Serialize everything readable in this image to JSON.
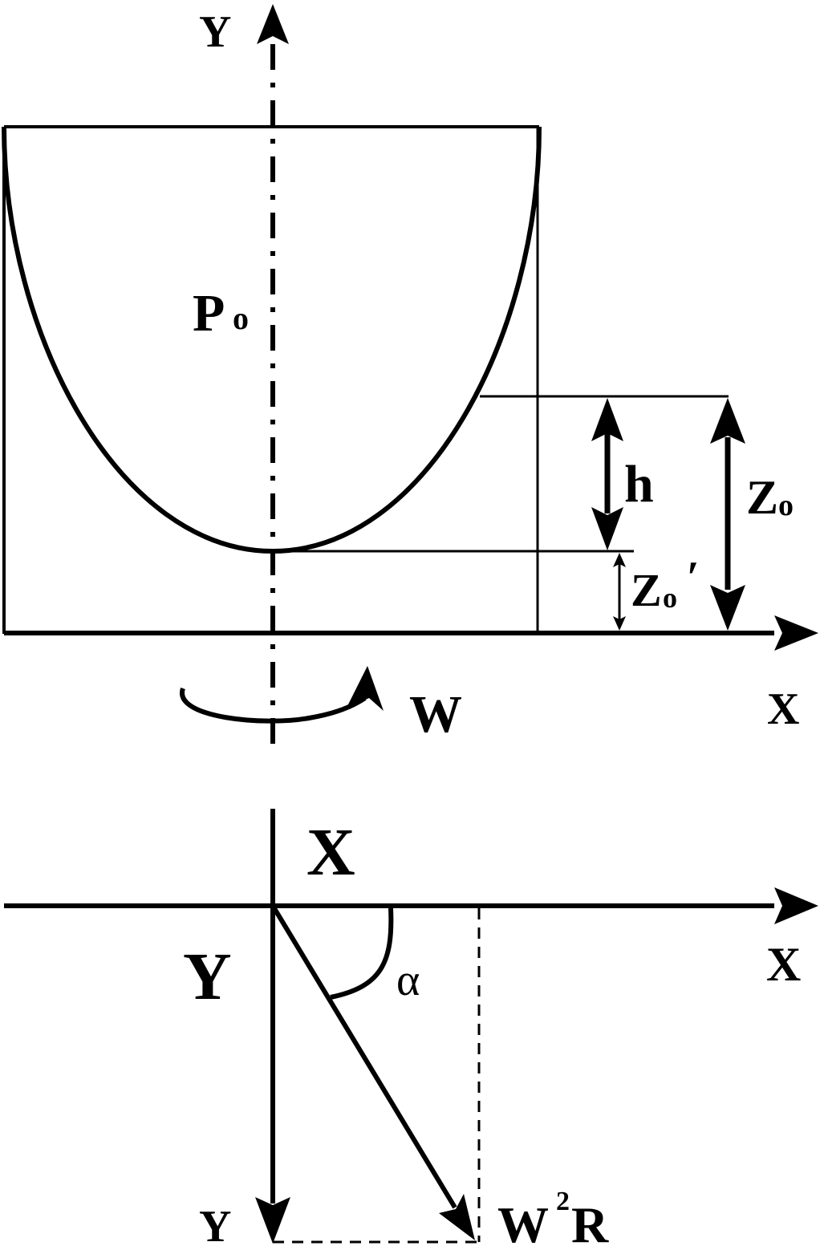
{
  "top": {
    "axis_y_label": "Y",
    "axis_x_label": "X",
    "pressure_label": "P",
    "pressure_sub": "o",
    "rotation_label": "W",
    "h_label": "h",
    "z0_label": "Z",
    "z0_sub": "o",
    "z0p_label": "Z",
    "z0p_sub": "o",
    "z0p_prime": "′"
  },
  "bottom": {
    "x_top_label": "X",
    "x_right_label": "X",
    "y_left_label": "Y",
    "y_bottom_label": "Y",
    "angle_label": "α",
    "vector_label_w": "W",
    "vector_label_exp": "2",
    "vector_label_r": "R"
  },
  "colors": {
    "ink": "#000000",
    "paper": "#ffffff"
  }
}
